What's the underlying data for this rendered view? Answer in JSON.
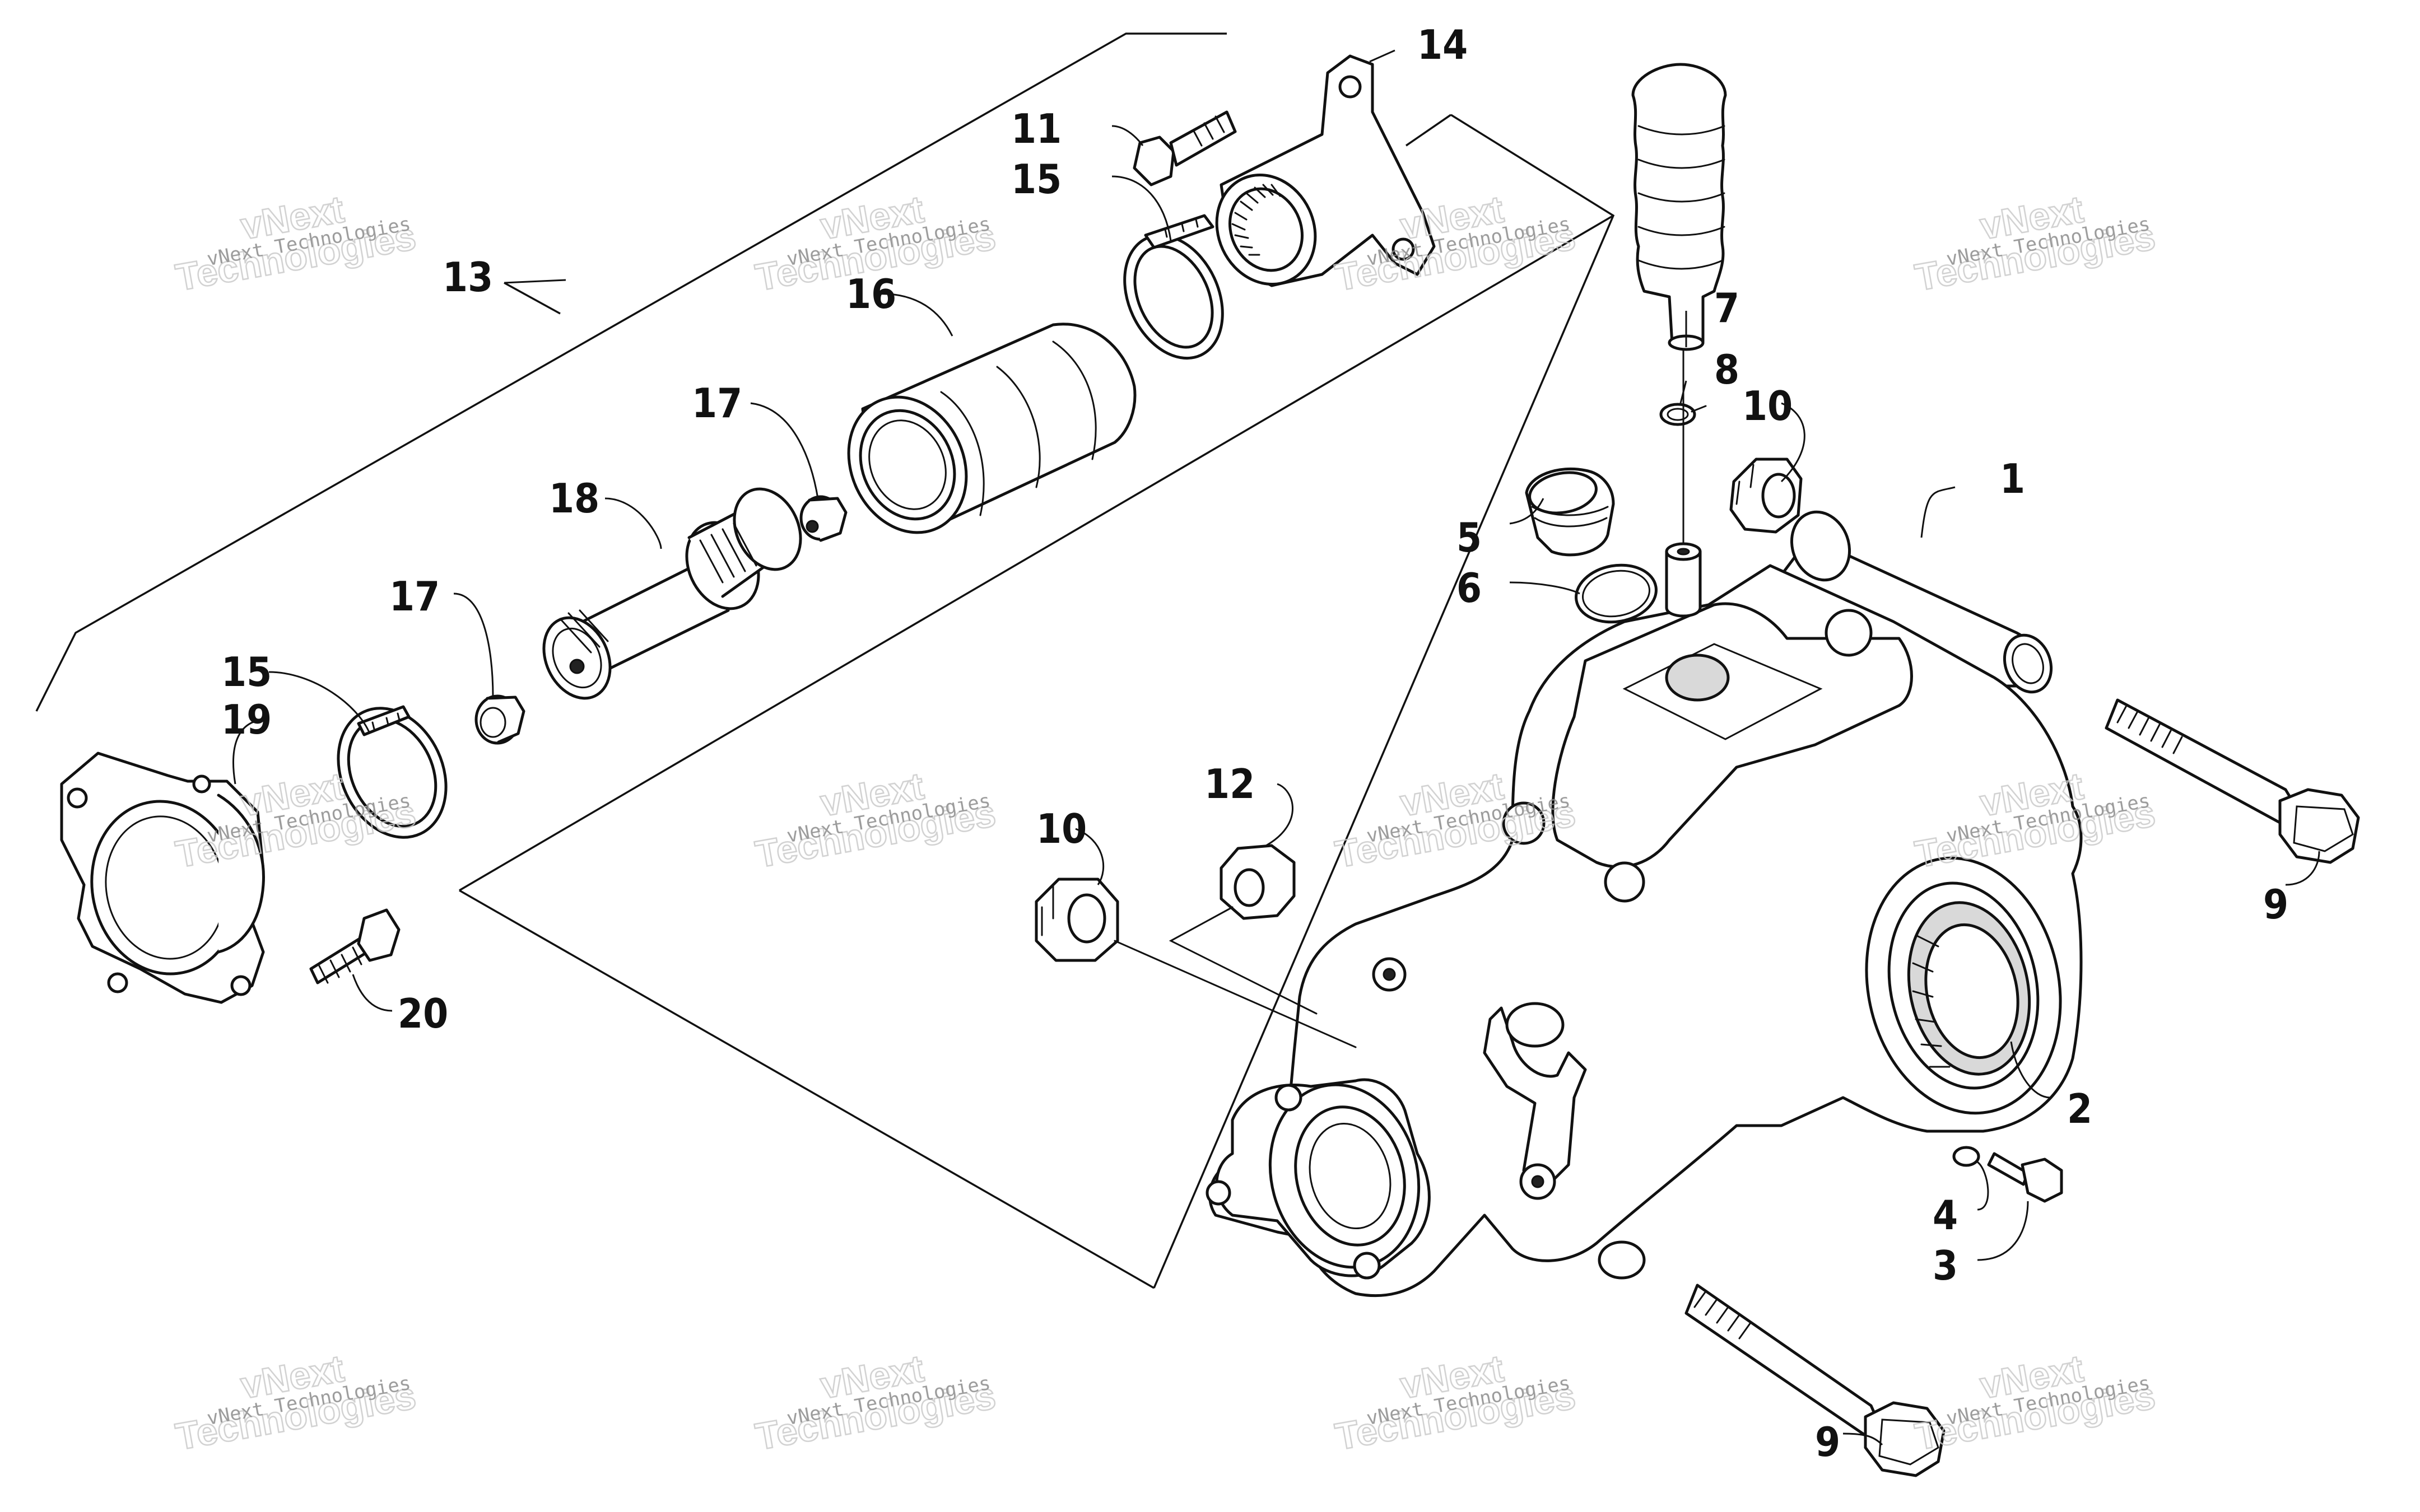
{
  "labels": {
    "p1": "1",
    "p2": "2",
    "p3": "3",
    "p4": "4",
    "p5": "5",
    "p6": "6",
    "p7": "7",
    "p8": "8",
    "p9a": "9",
    "p9b": "9",
    "p10a": "10",
    "p10b": "10",
    "p11": "11",
    "p12": "12",
    "p13": "13",
    "p14": "14",
    "p15a": "15",
    "p15b": "15",
    "p16": "16",
    "p17a": "17",
    "p17b": "17",
    "p18": "18",
    "p19": "19",
    "p20": "20"
  },
  "watermark": {
    "small": "vNext Technologies",
    "big_line1": "vNext",
    "big_line2": "Technologies"
  }
}
